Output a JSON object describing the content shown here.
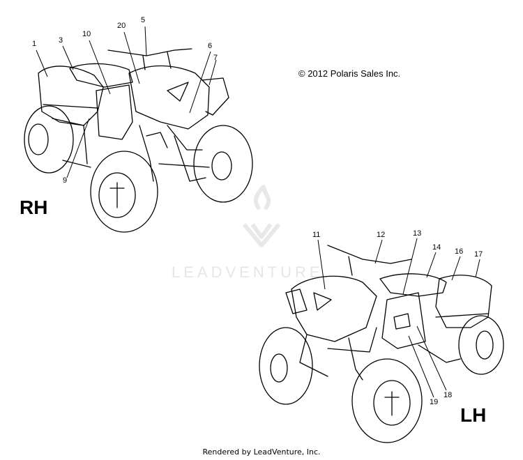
{
  "copyright": "© 2012 Polaris Sales Inc.",
  "footer": "Rendered by LeadVenture, Inc.",
  "watermark": "LEADVENTURE",
  "views": {
    "rh": {
      "label": "RH",
      "callouts": [
        "1",
        "3",
        "10",
        "20",
        "5",
        "6",
        "7",
        "9"
      ]
    },
    "lh": {
      "label": "LH",
      "callouts": [
        "11",
        "12",
        "13",
        "14",
        "16",
        "17",
        "18",
        "19"
      ]
    }
  },
  "colors": {
    "line": "#000000",
    "watermark": "#e6e6e6"
  }
}
